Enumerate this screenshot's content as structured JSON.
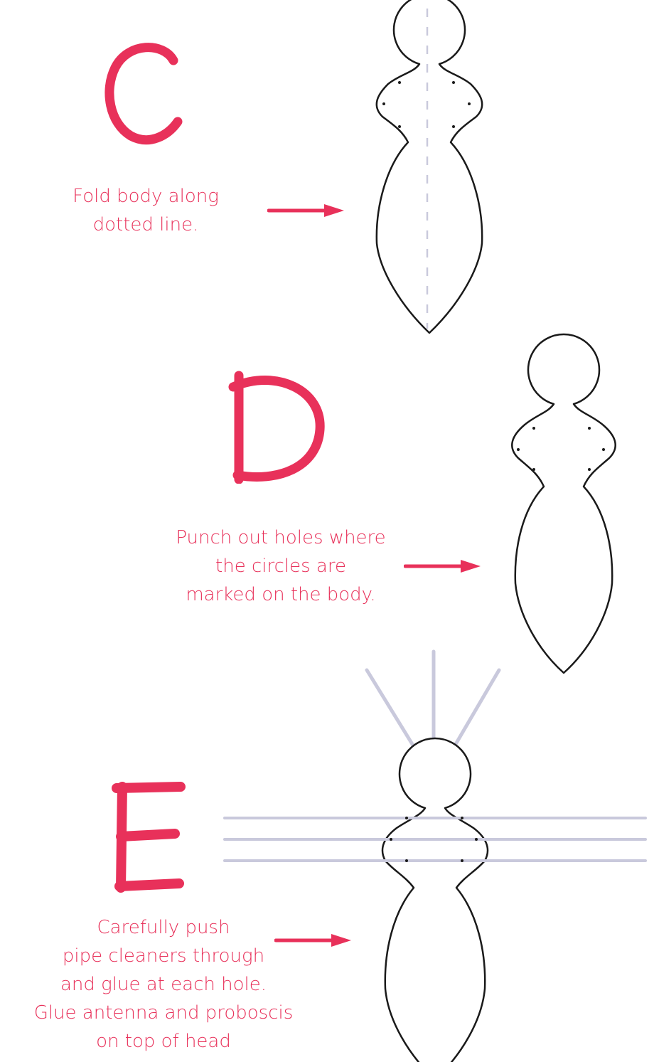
{
  "colors": {
    "accent": "#e8315a",
    "outline": "#1a1a1a",
    "guide": "#c9c9dc"
  },
  "steps": [
    {
      "letter": "C",
      "instruction": "Fold body along\ndotted line."
    },
    {
      "letter": "D",
      "instruction": "Punch out holes where\nthe circles are\nmarked on the body."
    },
    {
      "letter": "E",
      "instruction": "Carefully push\npipe cleaners through\nand glue at each hole.\nGlue antenna and proboscis\non top of head"
    }
  ]
}
